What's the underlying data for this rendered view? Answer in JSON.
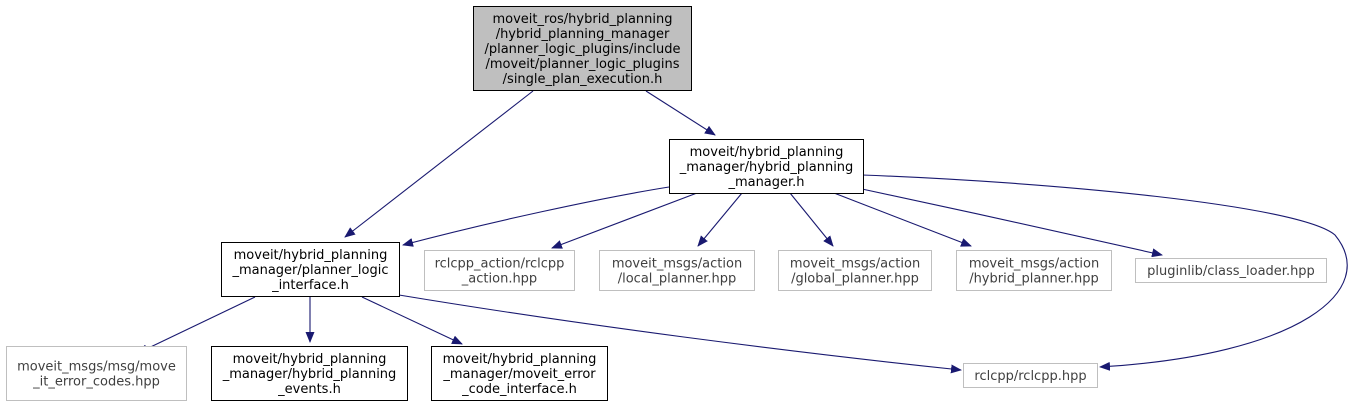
{
  "colors": {
    "background": "#ffffff",
    "root_fill": "#bfbfbf",
    "node_fill": "#ffffff",
    "node_border": "#000000",
    "external_border": "#bfbfbf",
    "external_text": "#404040",
    "edge": "#191970"
  },
  "nodes": [
    {
      "id": "root",
      "kind": "root",
      "lines": [
        "moveit_ros/hybrid_planning",
        "/hybrid_planning_manager",
        "/planner_logic_plugins/include",
        "/moveit/planner_logic_plugins",
        "/single_plan_execution.h"
      ]
    },
    {
      "id": "hpm",
      "kind": "internal",
      "lines": [
        "moveit/hybrid_planning",
        "_manager/hybrid_planning",
        "_manager.h"
      ]
    },
    {
      "id": "pli",
      "kind": "internal",
      "lines": [
        "moveit/hybrid_planning",
        "_manager/planner_logic",
        "_interface.h"
      ]
    },
    {
      "id": "rclcpp_action",
      "kind": "external",
      "lines": [
        "rclcpp_action/rclcpp",
        "_action.hpp"
      ]
    },
    {
      "id": "local_planner",
      "kind": "external",
      "lines": [
        "moveit_msgs/action",
        "/local_planner.hpp"
      ]
    },
    {
      "id": "global_planner",
      "kind": "external",
      "lines": [
        "moveit_msgs/action",
        "/global_planner.hpp"
      ]
    },
    {
      "id": "hybrid_planner",
      "kind": "external",
      "lines": [
        "moveit_msgs/action",
        "/hybrid_planner.hpp"
      ]
    },
    {
      "id": "class_loader",
      "kind": "external",
      "lines": [
        "pluginlib/class_loader.hpp"
      ]
    },
    {
      "id": "move_it_error_codes",
      "kind": "external",
      "lines": [
        "moveit_msgs/msg/move",
        "_it_error_codes.hpp"
      ]
    },
    {
      "id": "hp_events",
      "kind": "internal",
      "lines": [
        "moveit/hybrid_planning",
        "_manager/hybrid_planning",
        "_events.h"
      ]
    },
    {
      "id": "error_code_iface",
      "kind": "internal",
      "lines": [
        "moveit/hybrid_planning",
        "_manager/moveit_error",
        "_code_interface.h"
      ]
    },
    {
      "id": "rclcpp",
      "kind": "external",
      "lines": [
        "rclcpp/rclcpp.hpp"
      ]
    }
  ],
  "edges": [
    {
      "from": "root",
      "to": "hpm"
    },
    {
      "from": "root",
      "to": "pli"
    },
    {
      "from": "hpm",
      "to": "pli"
    },
    {
      "from": "hpm",
      "to": "rclcpp_action"
    },
    {
      "from": "hpm",
      "to": "local_planner"
    },
    {
      "from": "hpm",
      "to": "global_planner"
    },
    {
      "from": "hpm",
      "to": "hybrid_planner"
    },
    {
      "from": "hpm",
      "to": "class_loader"
    },
    {
      "from": "hpm",
      "to": "rclcpp"
    },
    {
      "from": "pli",
      "to": "move_it_error_codes"
    },
    {
      "from": "pli",
      "to": "hp_events"
    },
    {
      "from": "pli",
      "to": "error_code_iface"
    },
    {
      "from": "pli",
      "to": "rclcpp"
    }
  ]
}
